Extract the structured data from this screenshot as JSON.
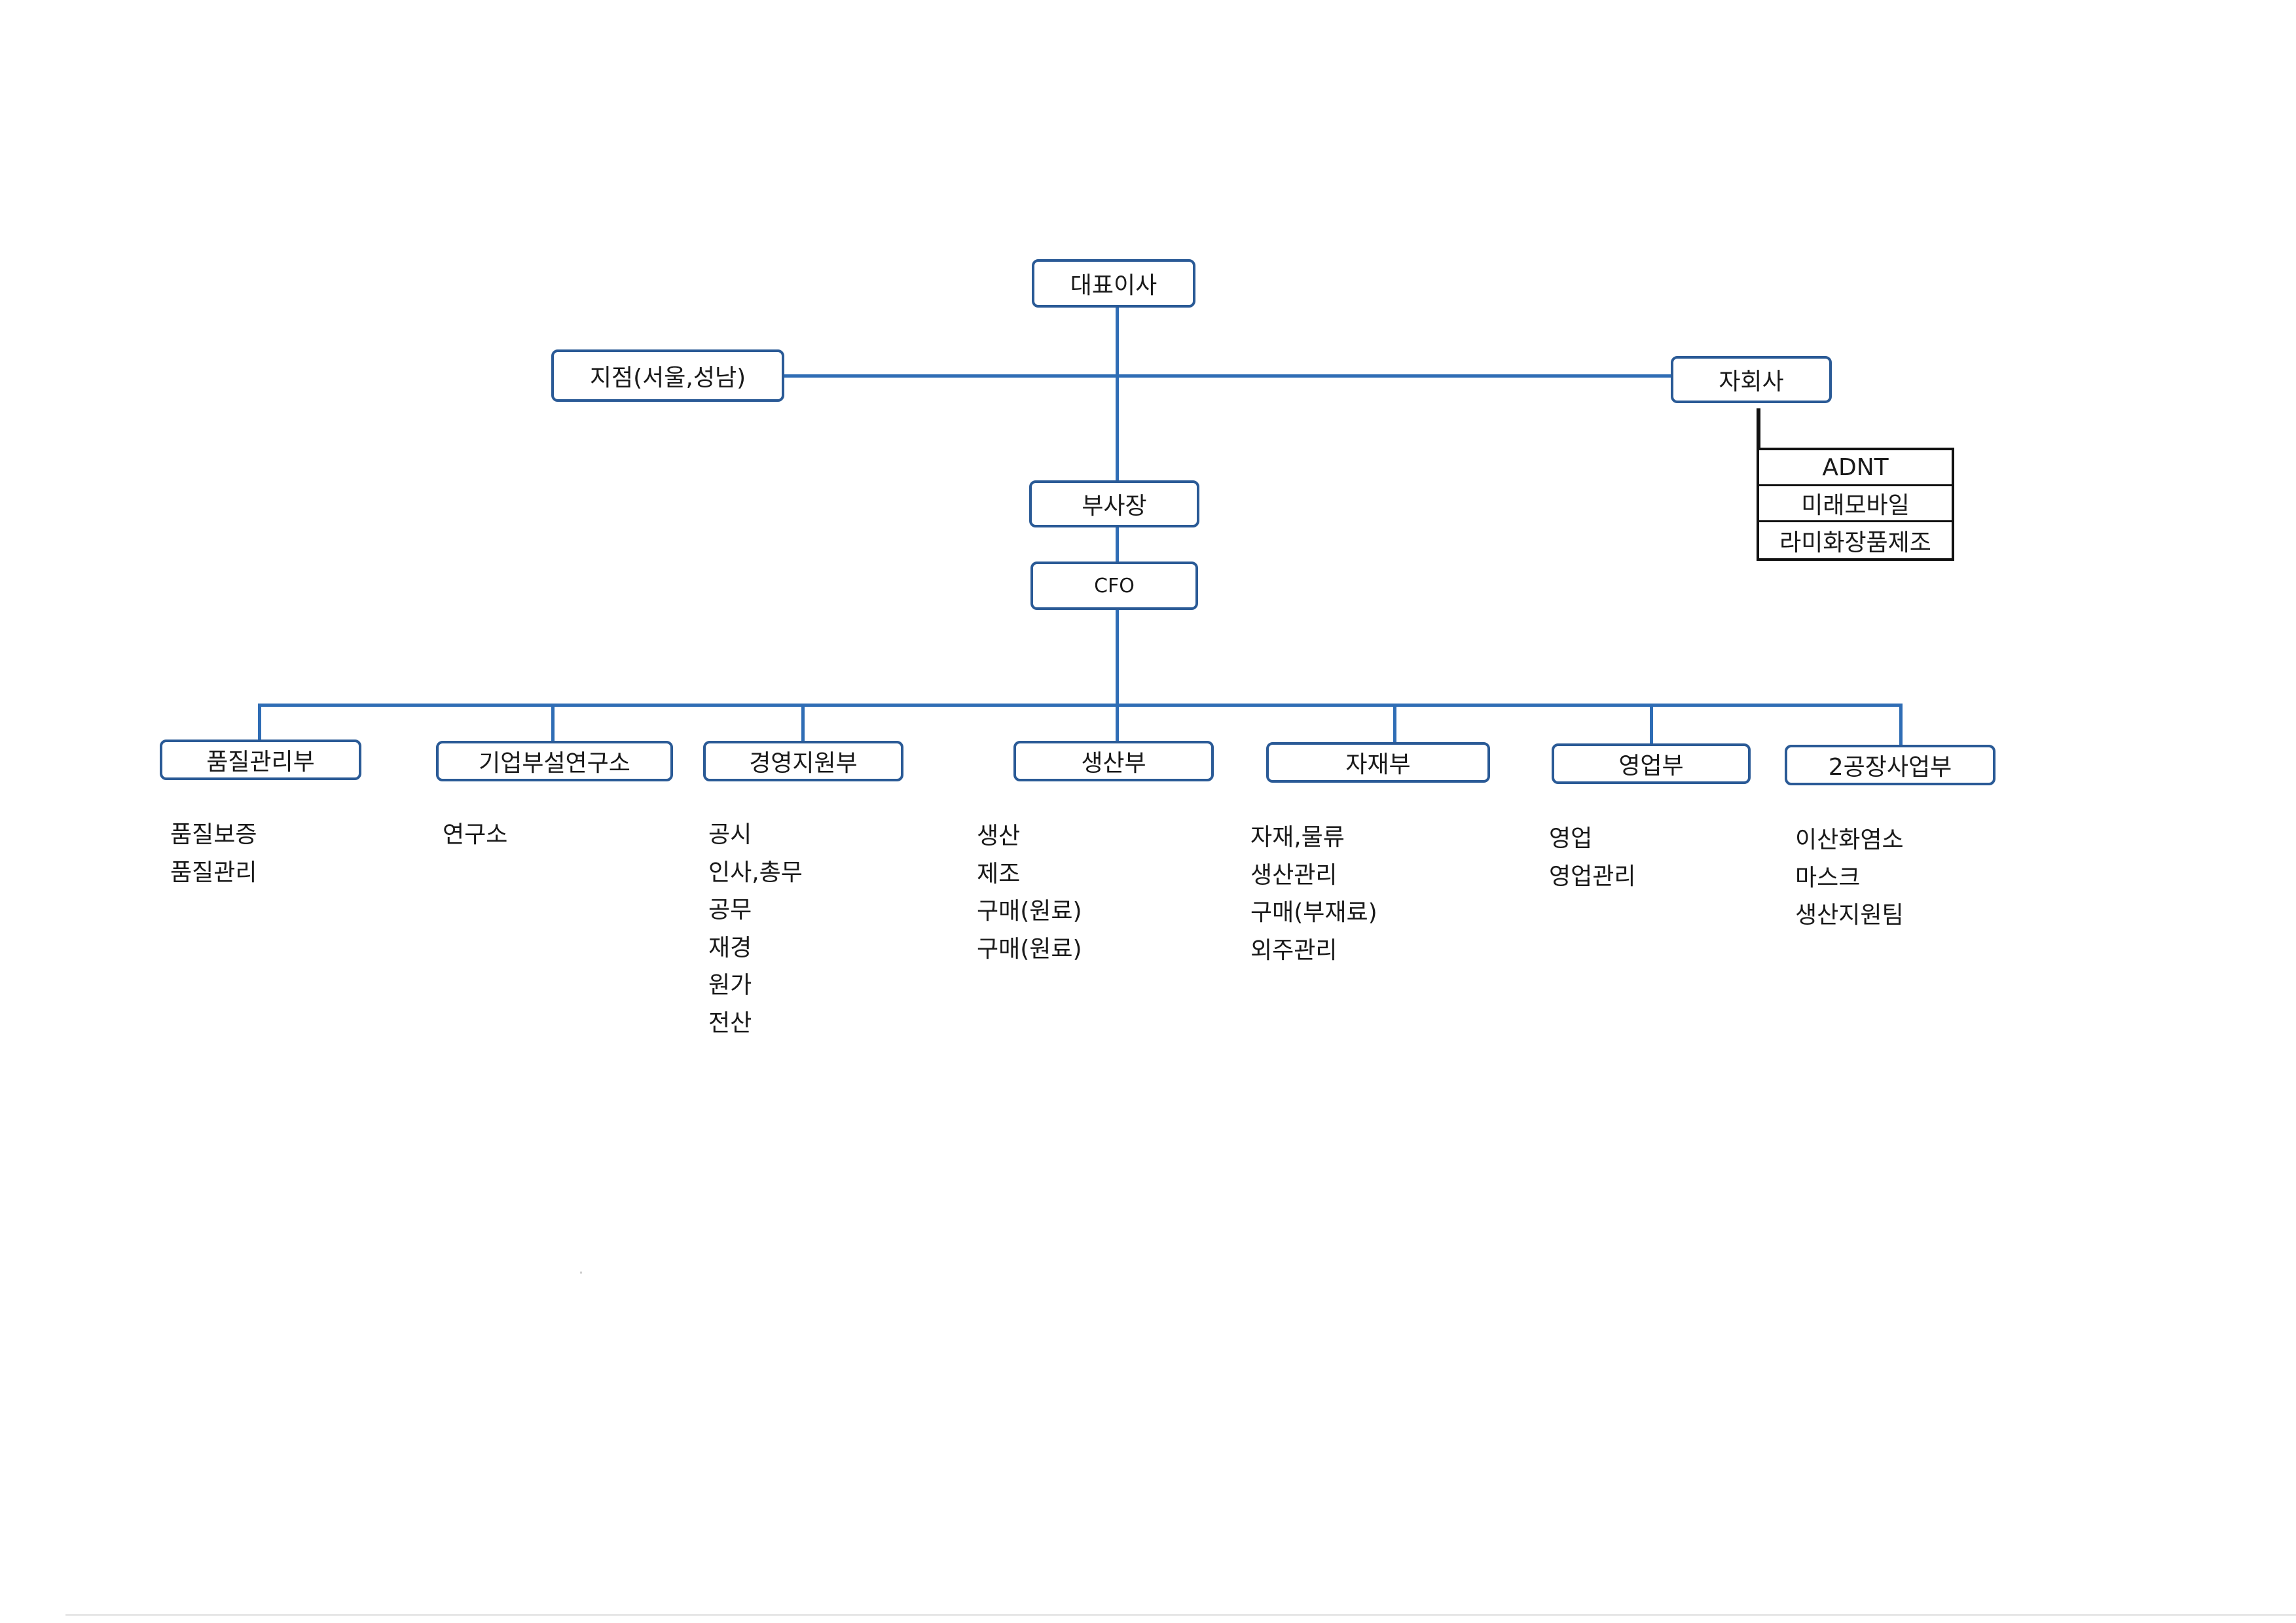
{
  "org": {
    "ceo": "대표이사",
    "branch": "지점(서울,성남)",
    "subsidiary": "자회사",
    "subsidiaries": [
      "ADNT",
      "미래모바일",
      "라미화장품제조"
    ],
    "vp": "부사장",
    "cfo": "CFO",
    "departments": [
      {
        "name": "품질관리부",
        "teams": [
          "품질보증",
          "품질관리"
        ]
      },
      {
        "name": "기업부설연구소",
        "teams": [
          "연구소"
        ]
      },
      {
        "name": "경영지원부",
        "teams": [
          "공시",
          "인사,총무",
          "공무",
          "재경",
          "원가",
          "전산"
        ]
      },
      {
        "name": "생산부",
        "teams": [
          "생산",
          "제조",
          "구매(원료)",
          "구매(원료)"
        ]
      },
      {
        "name": "자재부",
        "teams": [
          "자재,물류",
          "생산관리",
          "구매(부재료)",
          "외주관리"
        ]
      },
      {
        "name": "영업부",
        "teams": [
          "영업",
          "영업관리"
        ]
      },
      {
        "name": "2공장사업부",
        "teams": [
          "이산화염소",
          "마스크",
          "생산지원팀"
        ]
      }
    ]
  },
  "colors": {
    "connector": "#2f6db5",
    "box_border": "#2a5a96",
    "subsidiary_border": "#111111"
  }
}
